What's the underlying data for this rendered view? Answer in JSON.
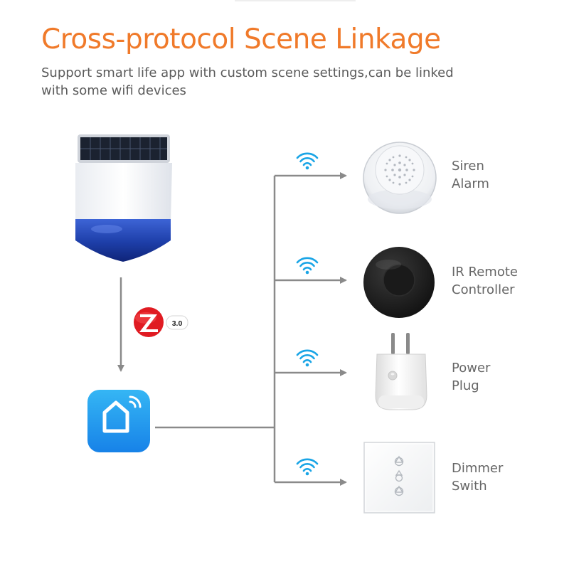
{
  "header": {
    "title": "Cross-protocol Scene Linkage",
    "subtitle": "Support smart life app with custom scene settings,can be linked with some wifi devices"
  },
  "zigbee_badge": {
    "version": "3.0"
  },
  "devices": [
    {
      "id": "siren",
      "label_line1": "Siren",
      "label_line2": "Alarm"
    },
    {
      "id": "ir",
      "label_line1": "IR Remote",
      "label_line2": "Controller"
    },
    {
      "id": "plug",
      "label_line1": "Power",
      "label_line2": "Plug"
    },
    {
      "id": "dimmer",
      "label_line1": "Dimmer",
      "label_line2": "Swith"
    }
  ],
  "colors": {
    "title": "#f07a2a",
    "connector": "#8a8a8a",
    "wifi": "#1aa5e6",
    "app_gradient_top": "#35b6f4",
    "app_gradient_bottom": "#1782e8",
    "zigbee_red": "#e01b22",
    "siren_body_blue": "#1d3ea8"
  }
}
